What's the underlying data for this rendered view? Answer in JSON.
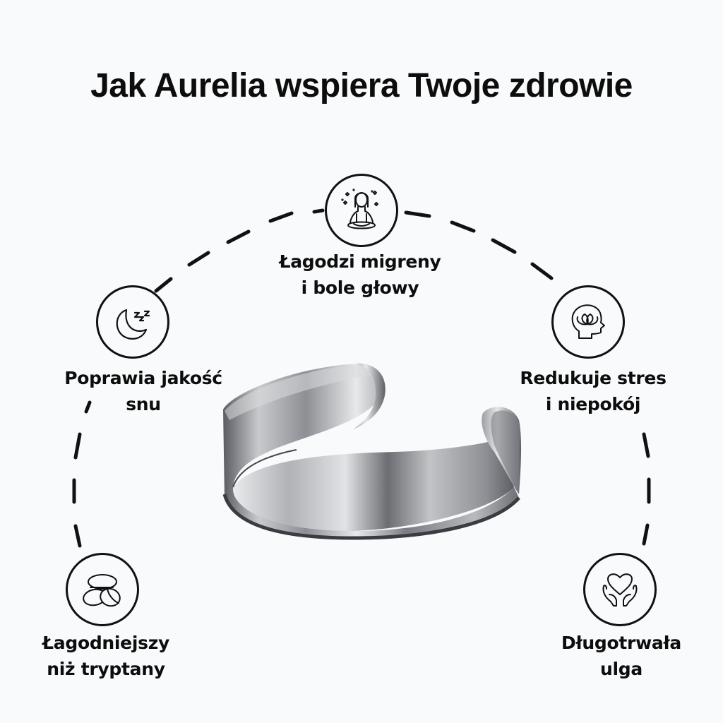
{
  "header": {
    "title": "Jak Aurelia wspiera Twoje zdrowie"
  },
  "features": [
    {
      "id": "migraine",
      "icon": "meditation-icon",
      "line1": "Łagodzi migreny",
      "line2": "i bole głowy"
    },
    {
      "id": "sleep",
      "icon": "moon-sleep-icon",
      "line1": "Poprawia jakość",
      "line2": "snu"
    },
    {
      "id": "stress",
      "icon": "head-lotus-icon",
      "line1": "Redukuje stres",
      "line2": "i niepokój"
    },
    {
      "id": "gentle",
      "icon": "pills-icon",
      "line1": "Łagodniejszy",
      "line2": "niż tryptany"
    },
    {
      "id": "lasting",
      "icon": "heart-hands-icon",
      "line1": "Długotrwała",
      "line2": "ulga"
    }
  ],
  "product": {
    "name": "ring-image",
    "colors": {
      "dark": "#3c3e44",
      "mid": "#8b8d93",
      "light": "#e4e5e8"
    }
  },
  "colors": {
    "background": "#f9fafb",
    "ink": "#111111"
  }
}
